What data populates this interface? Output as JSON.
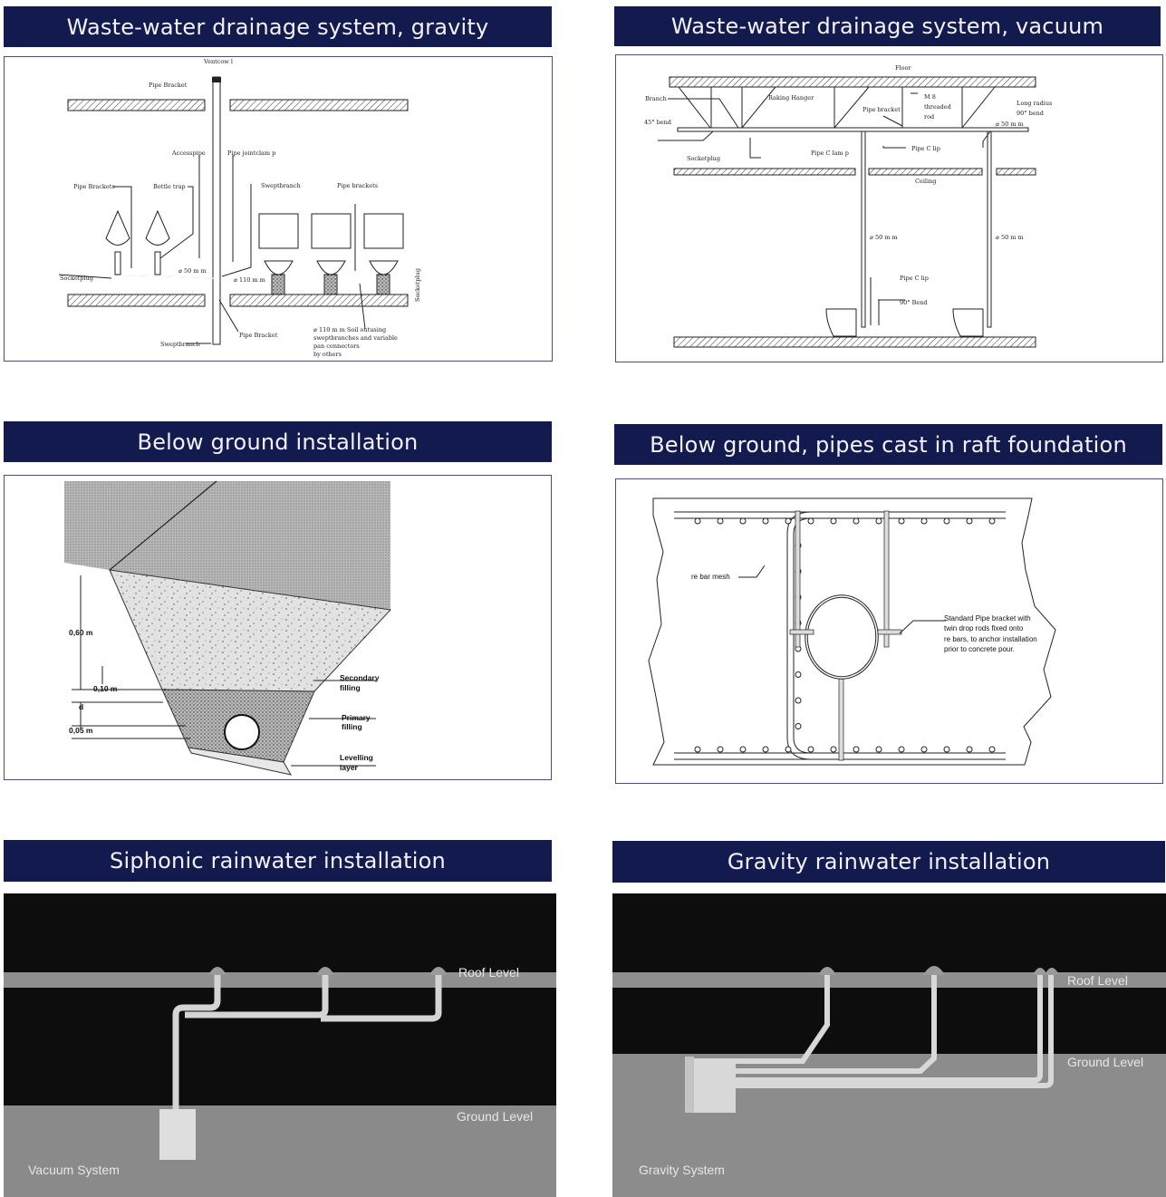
{
  "panels": {
    "gravity": {
      "title": "Waste-water drainage system, gravity",
      "labels": {
        "vent_cowl": "Ventcow l",
        "pipe_bracket_top": "Pipe Bracket",
        "access_pipe": "Accesspipe",
        "pipe_joint_clamp": "Pipe jointclam p",
        "pipe_brackets_left": "Pipe Brackets",
        "bottle_trap": "Bottle trap",
        "swept_branch_top": "Sweptbranch",
        "pipe_brackets_right": "Pipe brackets",
        "socket_plug_left": "Socketplug",
        "d50": "⌀ 50 m m",
        "d110": "⌀ 110 m m",
        "socket_plug_right": "Socketplug",
        "pipe_bracket_bottom": "Pipe Bracket",
        "swept_branch_bottom": "Sweptbranch",
        "note_line1": "⌀ 110 m m Soil outusing",
        "note_line2": "sweptbranches and variable",
        "note_line3": "pan connectors",
        "note_line4": "by others"
      }
    },
    "vacuum": {
      "title": "Waste-water drainage system, vacuum",
      "labels": {
        "floor": "Floor",
        "branch": "Branch",
        "bend45": "45° bend",
        "raking_hanger": "Raking Hanger",
        "m8_line1": "M 8",
        "m8_line2": "threaded",
        "m8_line3": "rod",
        "pipe_bracket": "Pipe bracket",
        "long_radius_line1": "Long radius",
        "long_radius_line2": "90° bend",
        "d50_top": "⌀ 50 m m",
        "socket_plug": "Socketplug",
        "pipe_clamp": "Pipe C lam p",
        "pipe_clip_top": "Pipe C lip",
        "ceiling": "Ceiling",
        "d50_left": "⌀ 50 m m",
        "d50_right": "⌀ 50 m m",
        "pipe_clip_bottom": "Pipe C lip",
        "bend90": "90° Bend"
      }
    },
    "below_ground": {
      "title": "Below ground installation",
      "labels": {
        "depth_060": "0,60 m",
        "depth_010": "0,10 m",
        "d": "d",
        "depth_005": "0,05 m",
        "secondary_1": "Secondary",
        "secondary_2": "filling",
        "primary_1": "Primary",
        "primary_2": "filling",
        "levelling_1": "Levelling",
        "levelling_2": "layer"
      }
    },
    "raft": {
      "title": "Below ground, pipes cast in raft foundation",
      "labels": {
        "rebar_mesh": "re bar mesh",
        "note_line1": "Standard Pipe bracket with",
        "note_line2": "twin drop rods fixed onto",
        "note_line3": "re bars, to anchor installation",
        "note_line4": "prior to concrete pour."
      }
    },
    "siphonic": {
      "title": "Siphonic rainwater installation",
      "labels": {
        "roof": "Roof Level",
        "ground": "Ground Level",
        "system": "Vacuum System"
      }
    },
    "gravity_rain": {
      "title": "Gravity rainwater installation",
      "labels": {
        "roof": "Roof Level",
        "ground": "Ground Level",
        "system": "Gravity System"
      }
    }
  },
  "colors": {
    "header_bg": "#131a4e",
    "header_text": "#f2f2f6",
    "frame_border": "#4a4f7a"
  }
}
